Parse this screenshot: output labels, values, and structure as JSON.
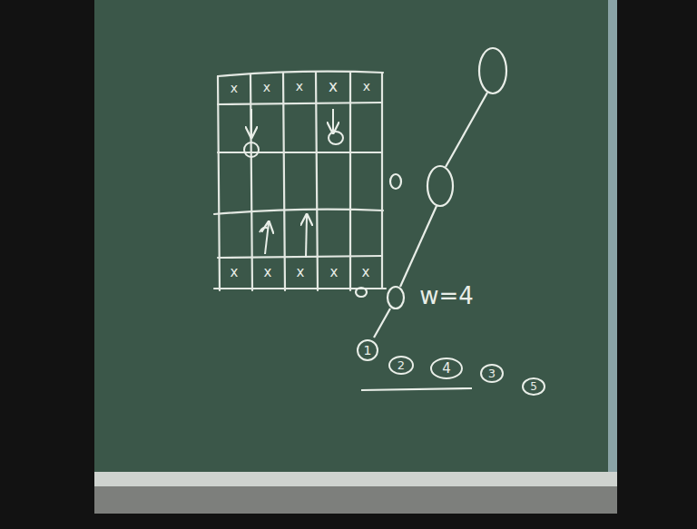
{
  "diagram": {
    "nodes": [
      {
        "text": [
          "1"
        ]
      },
      {
        "text": [
          "2"
        ]
      },
      {
        "text": [
          "4"
        ]
      },
      {
        "text": [
          "3"
        ]
      },
      {
        "text": [
          "5"
        ]
      }
    ],
    "labels": [
      "x",
      "x",
      "x",
      "x",
      "x",
      "x",
      "x",
      "x",
      "x",
      "x",
      "w=4"
    ]
  }
}
